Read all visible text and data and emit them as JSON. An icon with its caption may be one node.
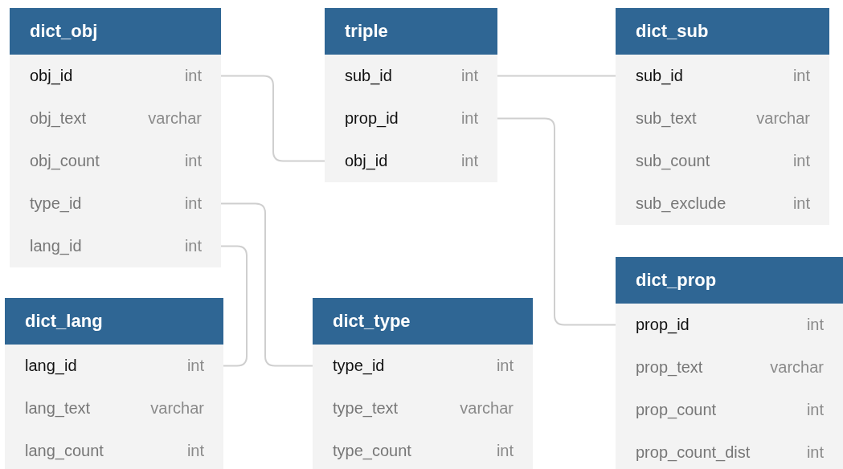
{
  "diagram": {
    "nodes": [
      {
        "text": [
          "dict_obj"
        ]
      },
      {
        "text": [
          "obj_id",
          "int"
        ],
        "in": 0
      },
      {
        "text": [
          "obj_text",
          "varchar"
        ],
        "in": 0
      },
      {
        "text": [
          "obj_count",
          "int"
        ],
        "in": 0
      },
      {
        "text": [
          "type_id",
          "int"
        ],
        "in": 0
      },
      {
        "text": [
          "lang_id",
          "int"
        ],
        "in": 0
      },
      {
        "text": [
          "triple"
        ]
      },
      {
        "text": [
          "sub_id",
          "int"
        ],
        "in": 6
      },
      {
        "text": [
          "prop_id",
          "int"
        ],
        "in": 6
      },
      {
        "text": [
          "obj_id",
          "int"
        ],
        "in": 6
      },
      {
        "text": [
          "dict_sub"
        ]
      },
      {
        "text": [
          "sub_id",
          "int"
        ],
        "in": 10
      },
      {
        "text": [
          "sub_text",
          "varchar"
        ],
        "in": 10
      },
      {
        "text": [
          "sub_count",
          "int"
        ],
        "in": 10
      },
      {
        "text": [
          "sub_exclude",
          "int"
        ],
        "in": 10
      },
      {
        "text": [
          "dict_prop"
        ]
      },
      {
        "text": [
          "prop_id",
          "int"
        ],
        "in": 15
      },
      {
        "text": [
          "prop_text",
          "varchar"
        ],
        "in": 15
      },
      {
        "text": [
          "prop_count",
          "int"
        ],
        "in": 15
      },
      {
        "text": [
          "prop_count_dist",
          "int"
        ],
        "in": 15
      },
      {
        "text": [
          "dict_lang"
        ]
      },
      {
        "text": [
          "lang_id",
          "int"
        ],
        "in": 20
      },
      {
        "text": [
          "lang_text",
          "varchar"
        ],
        "in": 20
      },
      {
        "text": [
          "lang_count",
          "int"
        ],
        "in": 20
      },
      {
        "text": [
          "dict_type"
        ]
      },
      {
        "text": [
          "type_id",
          "int"
        ],
        "in": 24
      },
      {
        "text": [
          "type_text",
          "varchar"
        ],
        "in": 24
      },
      {
        "text": [
          "type_count",
          "int"
        ],
        "in": 24
      }
    ],
    "edges": [
      {
        "from": 1,
        "to": 9,
        "arrow": "none"
      },
      {
        "from": 7,
        "to": 11,
        "arrow": "none"
      },
      {
        "from": 8,
        "to": 16,
        "arrow": "none"
      },
      {
        "from": 4,
        "to": 25,
        "arrow": "none"
      },
      {
        "from": 5,
        "to": 21,
        "arrow": "none"
      }
    ]
  }
}
